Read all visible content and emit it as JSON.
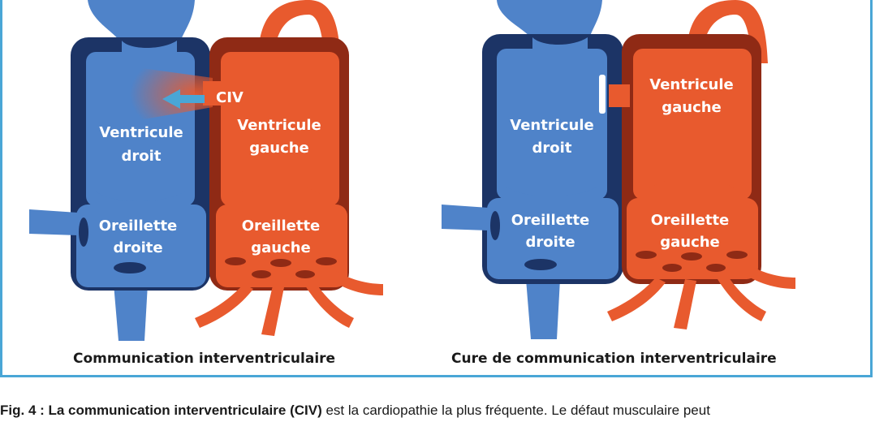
{
  "left_panel": {
    "title": "Communication interventriculaire",
    "labels": {
      "civ": "CIV",
      "rv_1": "Ventricule",
      "rv_2": "droit",
      "lv_1": "Ventricule",
      "lv_2": "gauche",
      "ra_1": "Oreillette",
      "ra_2": "droite",
      "la_1": "Oreillette",
      "la_2": "gauche"
    }
  },
  "right_panel": {
    "title": "Cure de communication interventriculaire",
    "labels": {
      "rv_1": "Ventricule",
      "rv_2": "droit",
      "lv_1": "Ventricule",
      "lv_2": "gauche",
      "ra_1": "Oreillette",
      "ra_2": "droite",
      "la_1": "Oreillette",
      "la_2": "gauche"
    }
  },
  "caption": {
    "prefix": "Fig. 4 : La communication interventriculaire (CIV)",
    "text": " est la cardiopathie la plus fréquente. Le défaut musculaire peut"
  },
  "colors": {
    "frame": "#4aa6d6",
    "right_heart": "#4f83c9",
    "right_heart_dark": "#1c3466",
    "left_heart": "#e85a2e",
    "left_heart_dark": "#8f2a15"
  }
}
